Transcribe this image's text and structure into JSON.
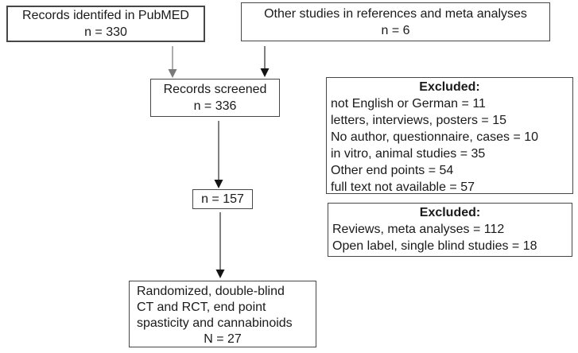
{
  "diagram": {
    "boxes": {
      "pubmed": {
        "line1": "Records identifed in PubMED",
        "line2": "n = 330"
      },
      "other_studies": {
        "line1": "Other studies in references and meta analyses",
        "line2": "n = 6"
      },
      "screened": {
        "line1": "Records screened",
        "line2": "n = 336"
      },
      "excluded_screening": {
        "title": "Excluded:",
        "items": [
          "not English or German = 11",
          "letters, interviews, posters = 15",
          "No author, questionnaire, cases = 10",
          "in vitro, animal studies = 35",
          "Other end points = 54",
          "full text not available = 57"
        ]
      },
      "n157": {
        "label": "n = 157"
      },
      "excluded_eligibility": {
        "title": "Excluded:",
        "items": [
          "Reviews, meta analyses = 112",
          "Open label, single blind studies = 18"
        ]
      },
      "final_included": {
        "lines": [
          "Randomized, double-blind",
          "CT and RCT, end point",
          "spasticity and cannabinoids"
        ],
        "count": "N = 27"
      }
    },
    "colors": {
      "box_border": "#474747",
      "text": "#1a1a1a",
      "arrow_dark": "#141414",
      "arrow_gray": "#7a7a7a",
      "background": "#ffffff"
    }
  }
}
